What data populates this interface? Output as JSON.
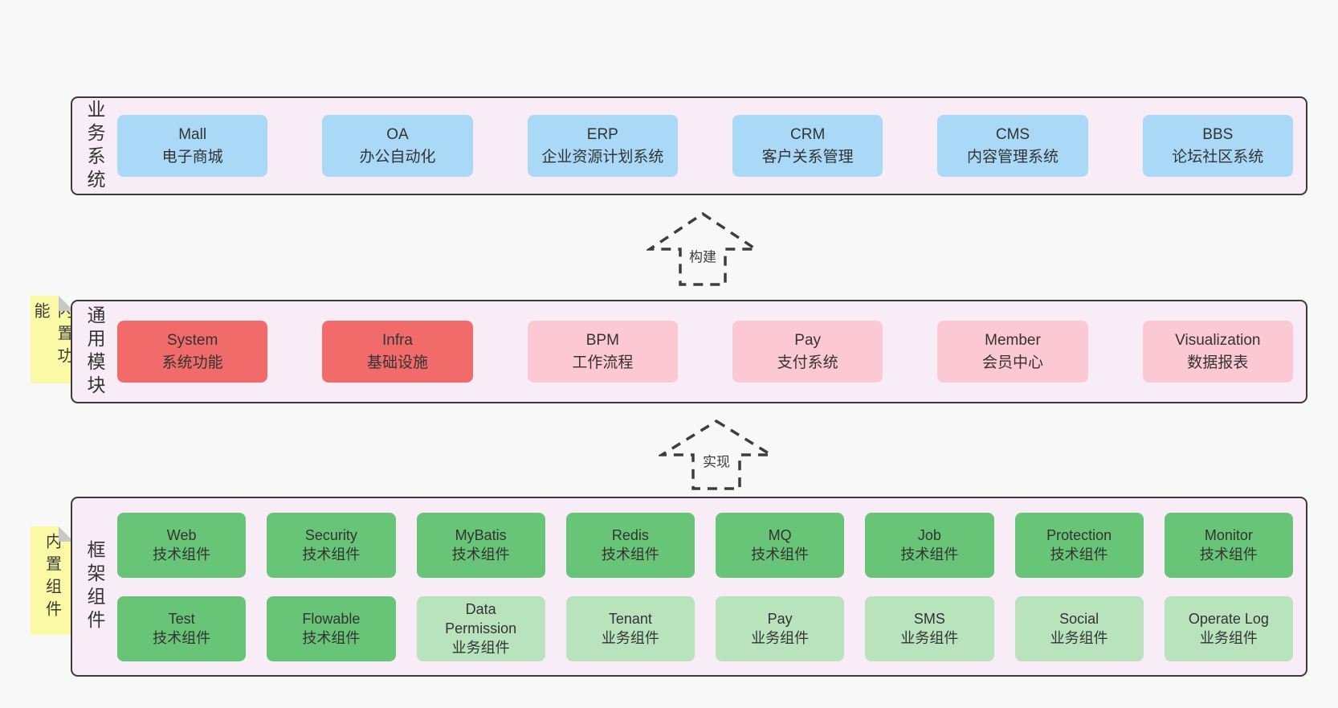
{
  "colors": {
    "page_bg": "#f8f8f8",
    "band_bg": "#f8edf6",
    "band_border": "#3b3b3b",
    "box_blue": "#a9d9f6",
    "box_red": "#f16b6b",
    "box_pink": "#fcc8d3",
    "box_green": "#68c476",
    "box_green_light": "#b9e3bd",
    "sticky_yellow": "#fbf9a6"
  },
  "stickies": [
    {
      "label": "内置功能"
    },
    {
      "label": "内置组件"
    }
  ],
  "arrows": [
    {
      "label": "构建"
    },
    {
      "label": "实现"
    }
  ],
  "bands": [
    {
      "label": "业务系统",
      "boxes": [
        {
          "name": "Mall",
          "desc": "电子商城",
          "variant": "blue"
        },
        {
          "name": "OA",
          "desc": "办公自动化",
          "variant": "blue"
        },
        {
          "name": "ERP",
          "desc": "企业资源计划系统",
          "variant": "blue"
        },
        {
          "name": "CRM",
          "desc": "客户关系管理",
          "variant": "blue"
        },
        {
          "name": "CMS",
          "desc": "内容管理系统",
          "variant": "blue"
        },
        {
          "name": "BBS",
          "desc": "论坛社区系统",
          "variant": "blue"
        }
      ]
    },
    {
      "label": "通用模块",
      "boxes": [
        {
          "name": "System",
          "desc": "系统功能",
          "variant": "red"
        },
        {
          "name": "Infra",
          "desc": "基础设施",
          "variant": "red"
        },
        {
          "name": "BPM",
          "desc": "工作流程",
          "variant": "pink"
        },
        {
          "name": "Pay",
          "desc": "支付系统",
          "variant": "pink"
        },
        {
          "name": "Member",
          "desc": "会员中心",
          "variant": "pink"
        },
        {
          "name": "Visualization",
          "desc": "数据报表",
          "variant": "pink"
        }
      ]
    },
    {
      "label": "框架组件",
      "rows": [
        [
          {
            "name": "Web",
            "desc": "技术组件",
            "variant": "green"
          },
          {
            "name": "Security",
            "desc": "技术组件",
            "variant": "green"
          },
          {
            "name": "MyBatis",
            "desc": "技术组件",
            "variant": "green"
          },
          {
            "name": "Redis",
            "desc": "技术组件",
            "variant": "green"
          },
          {
            "name": "MQ",
            "desc": "技术组件",
            "variant": "green"
          },
          {
            "name": "Job",
            "desc": "技术组件",
            "variant": "green"
          },
          {
            "name": "Protection",
            "desc": "技术组件",
            "variant": "green"
          },
          {
            "name": "Monitor",
            "desc": "技术组件",
            "variant": "green"
          }
        ],
        [
          {
            "name": "Test",
            "desc": "技术组件",
            "variant": "green"
          },
          {
            "name": "Flowable",
            "desc": "技术组件",
            "variant": "green"
          },
          {
            "name": "Data Permission",
            "desc": "业务组件",
            "variant": "green-light"
          },
          {
            "name": "Tenant",
            "desc": "业务组件",
            "variant": "green-light"
          },
          {
            "name": "Pay",
            "desc": "业务组件",
            "variant": "green-light"
          },
          {
            "name": "SMS",
            "desc": "业务组件",
            "variant": "green-light"
          },
          {
            "name": "Social",
            "desc": "业务组件",
            "variant": "green-light"
          },
          {
            "name": "Operate Log",
            "desc": "业务组件",
            "variant": "green-light"
          }
        ]
      ]
    }
  ]
}
